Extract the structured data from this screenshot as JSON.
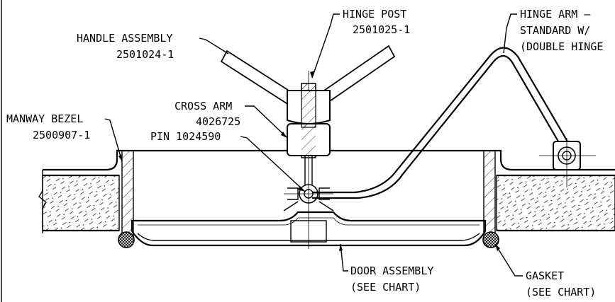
{
  "labels": {
    "hinge_post": {
      "line1": "HINGE POST",
      "line2": "2501025-1"
    },
    "handle_assembly": {
      "line1": "HANDLE ASSEMBLY",
      "line2": "2501024-1"
    },
    "hinge_arm": {
      "line1": "HINGE ARM –",
      "line2": "STANDARD W/",
      "line3": "(DOUBLE HINGE"
    },
    "cross_arm": {
      "line1": "CROSS ARM",
      "line2": "4026725"
    },
    "manway_bezel": {
      "line1": "MANWAY BEZEL",
      "line2": "2500907-1"
    },
    "pin": {
      "line1": "PIN 1024590"
    },
    "door_assembly": {
      "line1": "DOOR ASSEMBLY",
      "line2": "(SEE CHART)"
    },
    "gasket": {
      "line1": "GASKET",
      "line2": "(SEE CHART)"
    }
  }
}
